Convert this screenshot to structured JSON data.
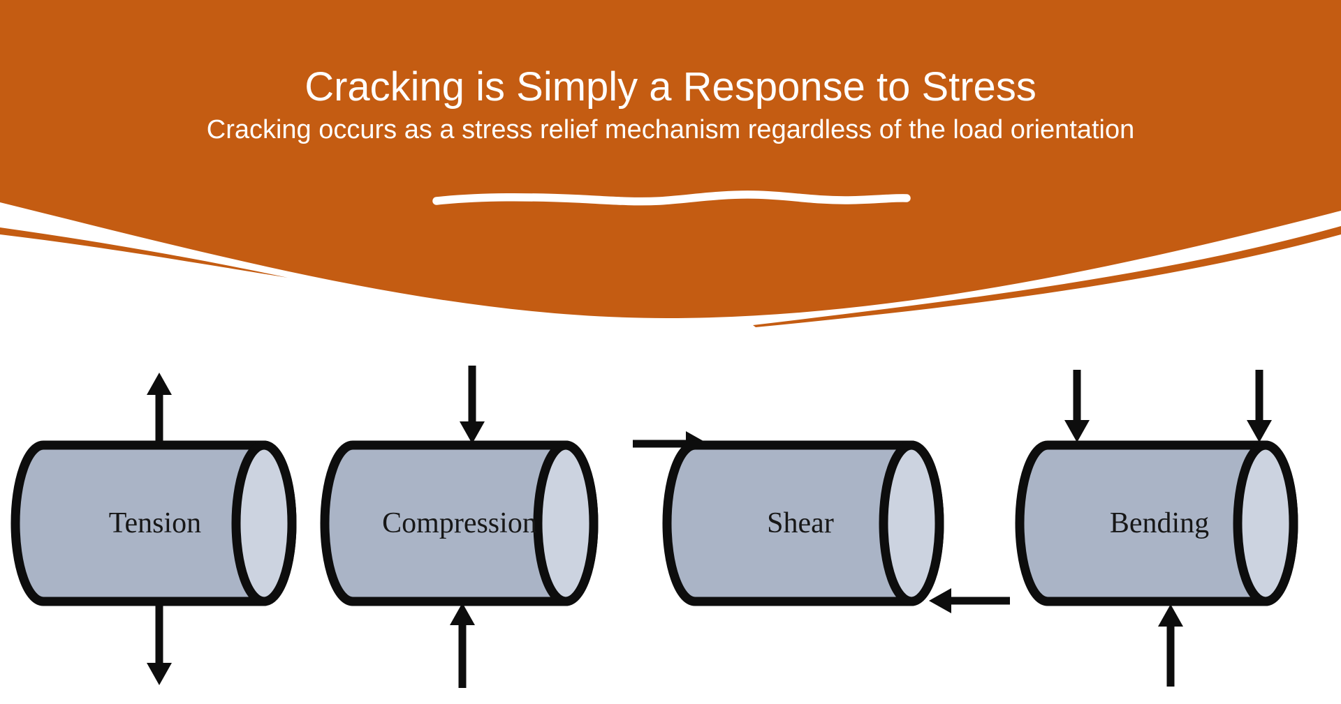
{
  "header": {
    "title": "Cracking is Simply a Response to Stress",
    "subtitle": "Cracking occurs as a stress relief mechanism regardless of the load orientation"
  },
  "diagrams": [
    {
      "label": "Tension",
      "arrows": [
        "upward arrow pulling away from top center",
        "downward arrow pulling away from bottom center"
      ]
    },
    {
      "label": "Compression",
      "arrows": [
        "downward arrow pressing into top center",
        "upward arrow pressing into bottom center"
      ]
    },
    {
      "label": "Shear",
      "arrows": [
        "rightward arrow pushing at top-left edge",
        "leftward arrow pushing at bottom-right edge"
      ]
    },
    {
      "label": "Bending",
      "arrows": [
        "downward arrow at top-left end",
        "downward arrow at top-right end",
        "upward arrow at bottom center"
      ]
    }
  ],
  "colors": {
    "banner": "#C45C12",
    "background": "#FFFFFF",
    "title_text": "#FFFFFF",
    "label_text": "#171717",
    "outline": "#0D0D0D",
    "cylinder_body": "#AAB4C6",
    "cylinder_face": "#CCD3E0"
  }
}
